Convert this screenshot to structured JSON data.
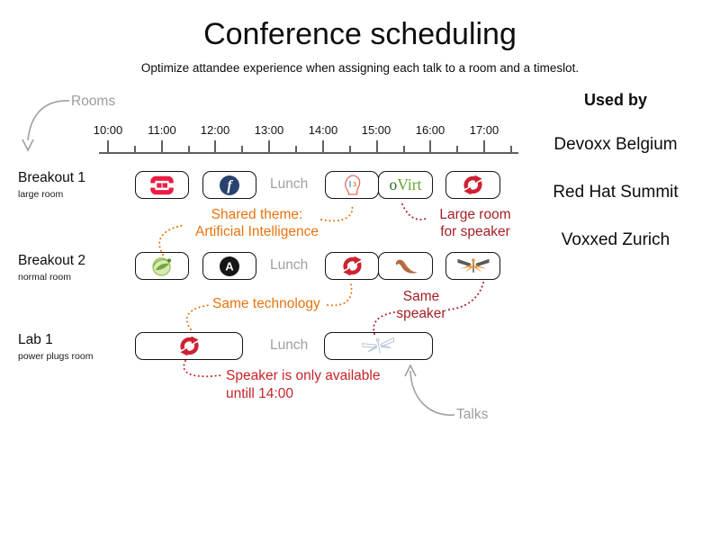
{
  "page": {
    "title": "Conference scheduling",
    "subtitle": "Optimize attandee experience when assigning each talk to a room and a timeslot."
  },
  "pointers": {
    "rooms": "Rooms",
    "talks": "Talks"
  },
  "timeline": {
    "times": [
      "10:00",
      "11:00",
      "12:00",
      "13:00",
      "14:00",
      "15:00",
      "16:00",
      "17:00"
    ]
  },
  "rows": [
    {
      "name": "Breakout 1",
      "type": "large room",
      "lunch": "Lunch",
      "talk_icons": [
        "openstack",
        "fedora",
        "ai-face",
        "ovirt",
        "rdo"
      ]
    },
    {
      "name": "Breakout 2",
      "type": "normal room",
      "lunch": "Lunch",
      "talk_icons": [
        "spring",
        "ansible",
        "rdo",
        "camel",
        "dragonfly"
      ]
    },
    {
      "name": "Lab 1",
      "type": "power plugs room",
      "lunch": "Lunch",
      "talk_icons": [
        "rdo",
        "dragonfly-sketch"
      ]
    }
  ],
  "glyphs": {
    "fedora": "f",
    "ansible": "A",
    "ovirt_o": "o",
    "ovirt_virt": "Virt"
  },
  "annotations": {
    "shared_theme_1": "Shared theme:",
    "shared_theme_2": "Artificial Intelligence",
    "large_room_1": "Large room",
    "large_room_2": "for speaker",
    "same_technology": "Same technology",
    "same_speaker_1": "Same",
    "same_speaker_2": "speaker",
    "speaker_available_1": "Speaker is only available",
    "speaker_available_2": "untill 14:00"
  },
  "used_by": {
    "title": "Used by",
    "items": [
      "Devoxx Belgium",
      "Red Hat Summit",
      "Voxxed Zurich"
    ]
  },
  "colors": {
    "annotation_orange": "#e8730f",
    "annotation_dark_red": "#a32026",
    "annotation_red": "#c62429",
    "pointer_gray": "#9b9b9b",
    "openstack_red": "#ed1c40",
    "rdo_red": "#ce2133",
    "fedora_blue": "#29426f",
    "ovirt_green": "#63a532",
    "spring_green": "#74a83e",
    "camel_brown": "#b06a3e",
    "dragonfly_orange": "#e8922c"
  }
}
